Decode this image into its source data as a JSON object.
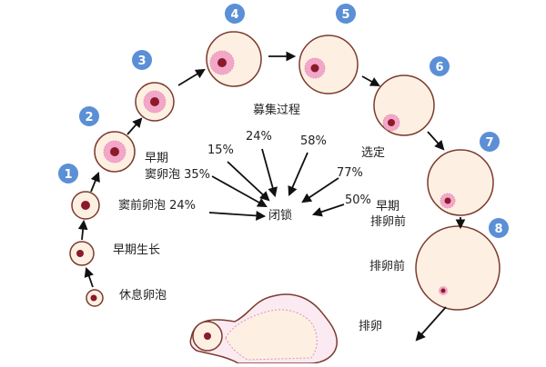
{
  "stages": [
    {
      "number": "1",
      "color": "#5b8fd6"
    },
    {
      "number": "2",
      "color": "#5b8fd6"
    },
    {
      "number": "3",
      "color": "#5b8fd6"
    },
    {
      "number": "4",
      "color": "#5b8fd6"
    },
    {
      "number": "5",
      "color": "#5b8fd6"
    },
    {
      "number": "6",
      "color": "#5b8fd6"
    },
    {
      "number": "7",
      "color": "#5b8fd6"
    },
    {
      "number": "8",
      "color": "#5b8fd6"
    }
  ],
  "labels": {
    "resting": "休息卵泡",
    "early_growth": "早期生长",
    "preantral": "窦前卵泡 24%",
    "early_antral_line1": "早期",
    "early_antral_line2": "窦卵泡 35%",
    "recruitment": "募集过程",
    "selection": "选定",
    "early_preovulatory_line1": "早期",
    "early_preovulatory_line2": "排卵前",
    "preovulatory": "排卵前",
    "ovulation": "排卵",
    "atresia": "闭锁"
  },
  "atresia_rates": {
    "r15": "15%",
    "r24": "24%",
    "r58": "58%",
    "r77": "77%",
    "r50": "50%"
  },
  "colors": {
    "follicle_fill": "#fdf0e2",
    "follicle_stroke": "#7a3b2e",
    "oocyte": "#8b1a2b",
    "granulosa": "#f2a7c8",
    "badge": "#5b8fd6",
    "ovary_fill": "#f6d7e6"
  }
}
